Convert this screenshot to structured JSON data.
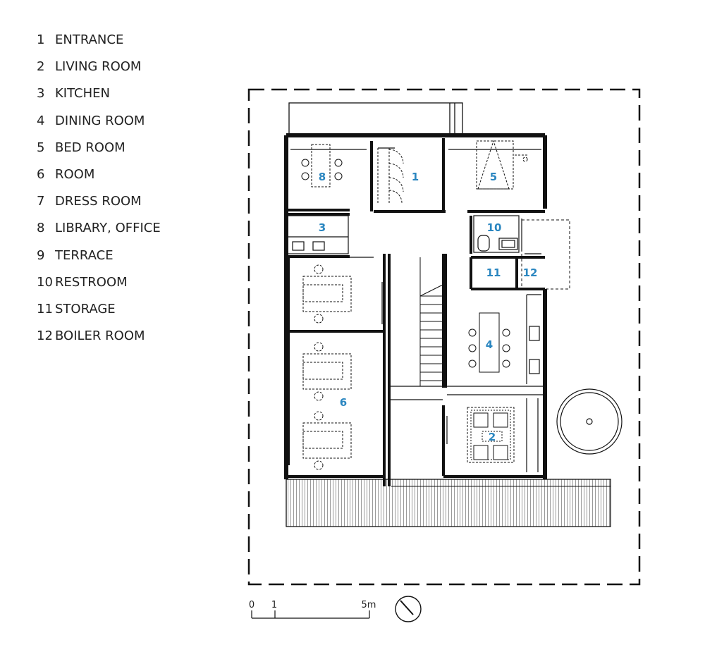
{
  "legend": [
    {
      "num": "1",
      "label": "ENTRANCE"
    },
    {
      "num": "2",
      "label": "LIVING ROOM"
    },
    {
      "num": "3",
      "label": "KITCHEN"
    },
    {
      "num": "4",
      "label": "DINING ROOM"
    },
    {
      "num": "5",
      "label": "BED ROOM"
    },
    {
      "num": "6",
      "label": "ROOM"
    },
    {
      "num": "7",
      "label": "DRESS ROOM"
    },
    {
      "num": "8",
      "label": "LIBRARY, OFFICE"
    },
    {
      "num": "9",
      "label": "TERRACE"
    },
    {
      "num": "10",
      "label": "RESTROOM"
    },
    {
      "num": "11",
      "label": "STORAGE"
    },
    {
      "num": "12",
      "label": "BOILER ROOM"
    }
  ],
  "room_labels": {
    "entrance": "1",
    "living": "2",
    "kitchen": "3",
    "dining": "4",
    "bedroom": "5",
    "room": "6",
    "library": "8",
    "restroom": "10",
    "storage": "11",
    "boiler": "12"
  },
  "scale_bar": {
    "zero": "0",
    "one": "1",
    "five": "5m"
  },
  "colors": {
    "room_label": "#2a86c0",
    "line": "#111111"
  }
}
